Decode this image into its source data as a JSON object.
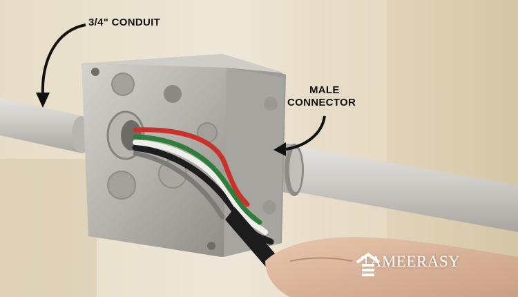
{
  "labels": {
    "conduit": "3/4\" CONDUIT",
    "male_line1": "MALE",
    "male_line2": "CONNECTOR"
  },
  "watermark": {
    "text": "TAMEERASY",
    "icon": "house-roof-logo-icon",
    "color": "#ffffff"
  },
  "colors": {
    "wall": "#d9cdb5",
    "conduit": "#c9c6c0",
    "box_metal": "#b9b7b0",
    "wire_red": "#c8322a",
    "wire_green": "#2f7d3a",
    "wire_white": "#eeeeea",
    "wire_black": "#1d1d1d",
    "arrow": "#111111"
  }
}
